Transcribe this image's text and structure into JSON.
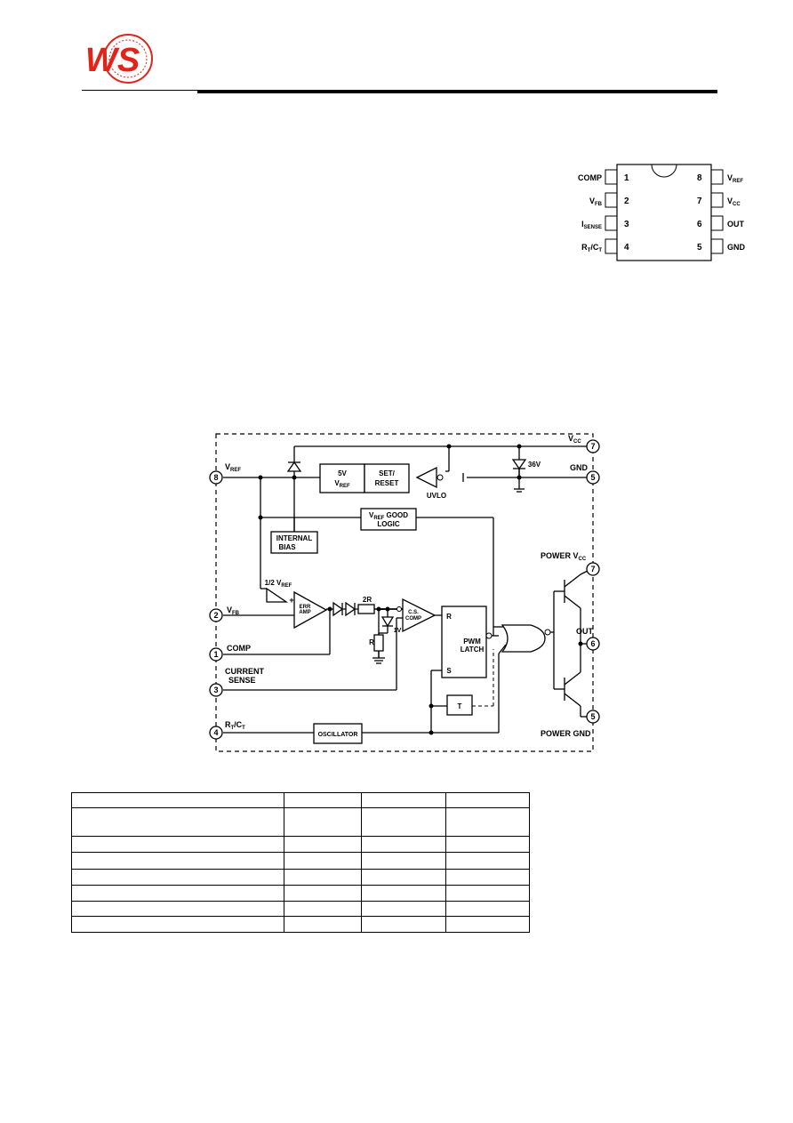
{
  "colors": {
    "logo_red": "#e2231a",
    "line": "#000000"
  },
  "logo": {
    "text": "WS"
  },
  "pinout": {
    "left_pins": [
      {
        "num": "1",
        "name": "COMP",
        "sub": ""
      },
      {
        "num": "2",
        "name": "V",
        "sub": "FB"
      },
      {
        "num": "3",
        "name": "I",
        "sub": "SENSE"
      },
      {
        "num": "4",
        "name": "R",
        "sub": "T",
        "mid": "/C",
        "sub2": "T"
      }
    ],
    "right_pins": [
      {
        "num": "8",
        "name": "V",
        "sub": "REF"
      },
      {
        "num": "7",
        "name": "V",
        "sub": "CC"
      },
      {
        "num": "6",
        "name": "OUT",
        "sub": ""
      },
      {
        "num": "5",
        "name": "GND",
        "sub": ""
      }
    ]
  },
  "block_diagram": {
    "pins": [
      {
        "num": "8",
        "label": "V",
        "sub": "REF"
      },
      {
        "num": "2",
        "label": "V",
        "sub": "FB"
      },
      {
        "num": "1",
        "label": "COMP"
      },
      {
        "num": "3",
        "label": "CURRENT",
        "label2": "SENSE"
      },
      {
        "num": "4",
        "label": "R",
        "sub": "T",
        "mid": "/C",
        "sub2": "T"
      },
      {
        "num": "7",
        "label": "V",
        "sub": "CC"
      },
      {
        "num": "5",
        "label": "GND"
      },
      {
        "num": "7",
        "label": "POWER V",
        "sub": "CC"
      },
      {
        "num": "6",
        "label": "OUT"
      },
      {
        "num": "5",
        "label": "POWER GND"
      }
    ],
    "blocks": {
      "vref5": {
        "line1": "5V",
        "line2": "V",
        "line2_sub": "REF"
      },
      "setreset": {
        "line1": "SET/",
        "line2": "RESET"
      },
      "uvlo": "UVLO",
      "zener36": "36V",
      "vref_good": {
        "line1": "V",
        "line1_sub": "REF",
        "line1_rest": " GOOD",
        "line2": "LOGIC"
      },
      "internal_bias": {
        "line1": "INTERNAL",
        "line2": "BIAS"
      },
      "half_vref": {
        "text": "1/2 V",
        "sub": "REF"
      },
      "err_amp": {
        "line1": "ERR",
        "line2": "AMP"
      },
      "res2r": "2R",
      "res_r": "R",
      "v1": "1V",
      "cs_comp": {
        "line1": "C.S.",
        "line2": "COMP"
      },
      "pwm_latch": {
        "r": "R",
        "s": "S",
        "line1": "PWM",
        "line2": "LATCH"
      },
      "t_block": "T",
      "oscillator": "OSCILLATOR",
      "plus": "+",
      "minus": "−"
    }
  },
  "table": {
    "rows": 8,
    "cols": 4
  }
}
